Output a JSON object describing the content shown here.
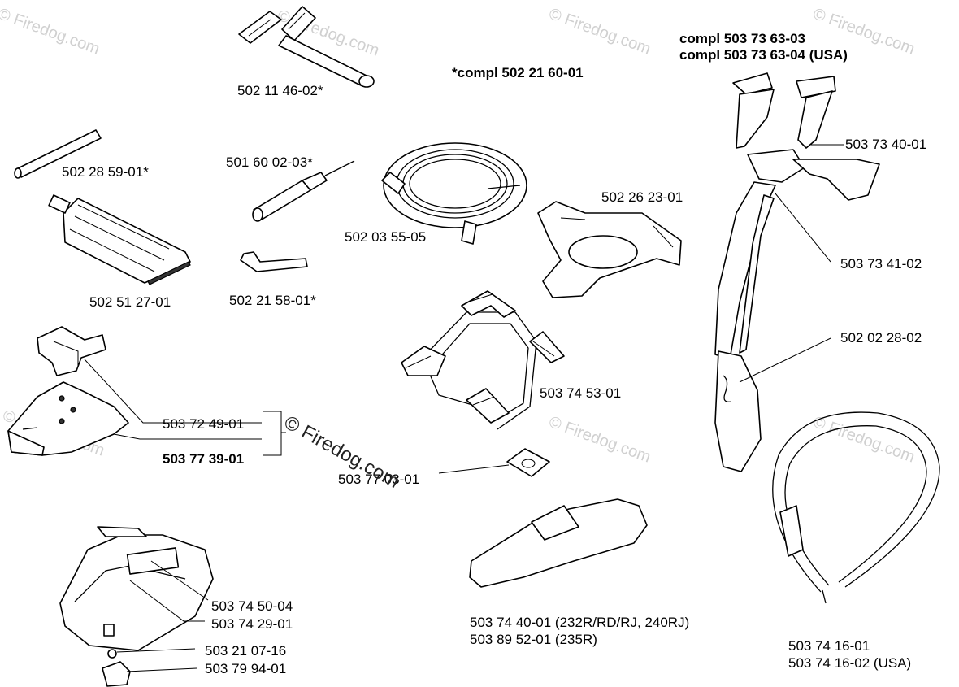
{
  "watermarks": {
    "small": "© Firedog.com",
    "center": "© Firedog.com"
  },
  "headers": {
    "kit_note": "*compl 502 21 60-01",
    "harness_compl_1": "compl 503 73 63-03",
    "harness_compl_2": "compl 503 73 63-04 (USA)"
  },
  "parts": {
    "combination_wrench": "502 11 46-02*",
    "round_file": "502 28 59-01*",
    "file_gauge": "501 60 02-03*",
    "spool_coil": "502 03 55-05",
    "grease_tube": "502 51 27-01",
    "hex_key": "502 21 58-01*",
    "blade_guard_small": "502 26 23-01",
    "clamp_bracket": "503 72 49-01",
    "guard_assembly": "503 77 39-01",
    "harness_frame": "503 74 53-01",
    "mounting_plate": "503 77 03-01",
    "trimmer_guard": "503 74 50-04",
    "guard_plate": "503 74 29-01",
    "screw": "503 21 07-16",
    "clip": "503 79 94-01",
    "blade_guard_long_1": "503 74 40-01 (232R/RD/RJ, 240RJ)",
    "blade_guard_long_2": "503 89 52-01 (235R)",
    "harness_buckle": "503 73 40-01",
    "harness_strap": "503 73 41-02",
    "hip_pad": "502 02 28-02",
    "shoulder_strap_1": "503 74 16-01",
    "shoulder_strap_2": "503 74 16-02 (USA)"
  }
}
